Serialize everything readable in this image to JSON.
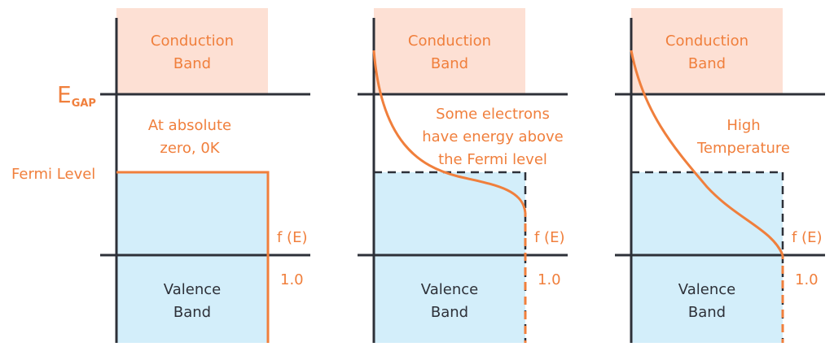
{
  "colors": {
    "accent": "#f07f3c",
    "axis": "#2d3038",
    "conduction_fill": "#fde0d4",
    "valence_fill": "#d3eefa",
    "label_text": "#f07f3c"
  },
  "left_labels": {
    "egap_main": "E",
    "egap_sub": "GAP",
    "fermi_level": "Fermi Level"
  },
  "panels": [
    {
      "conduction_line1": "Conduction",
      "conduction_line2": "Band",
      "valence_line1": "Valence",
      "valence_line2": "Band",
      "fe_label": "f (E)",
      "one_label": "1.0",
      "note_lines": [
        "At absolute",
        "zero, 0K"
      ]
    },
    {
      "conduction_line1": "Conduction",
      "conduction_line2": "Band",
      "valence_line1": "Valence",
      "valence_line2": "Band",
      "fe_label": "f (E)",
      "one_label": "1.0",
      "note_lines": [
        "Some electrons",
        "have energy above",
        "the Fermi level"
      ]
    },
    {
      "conduction_line1": "Conduction",
      "conduction_line2": "Band",
      "valence_line1": "Valence",
      "valence_line2": "Band",
      "fe_label": "f (E)",
      "one_label": "1.0",
      "note_lines": [
        "High",
        "Temperature"
      ]
    }
  ]
}
